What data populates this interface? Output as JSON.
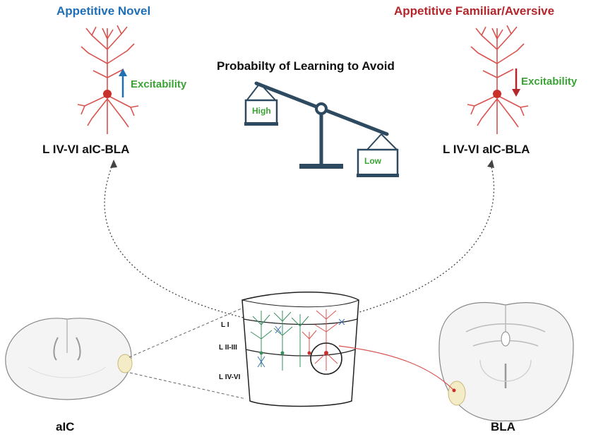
{
  "titles": {
    "left": "Appetitive Novel",
    "right": "Appetitive Familiar/Aversive",
    "center": "Probabilty of Learning to Avoid"
  },
  "excitability": {
    "left": "Excitability",
    "right": "Excitability"
  },
  "circuit": {
    "left": "L IV-VI aIC-BLA",
    "right": "L IV-VI aIC-BLA"
  },
  "scale": {
    "high": "High",
    "low": "Low"
  },
  "layers": {
    "l1": "L I",
    "l2": "L II-III",
    "l3": "L IV-VI"
  },
  "bottom": {
    "left": "aIC",
    "right": "BLA"
  },
  "colors": {
    "blue_title": "#1f6fb6",
    "red_title": "#b3262b",
    "green": "#3aa335",
    "neuron_red": "#d9534f",
    "scale_navy": "#2e4a60",
    "brain_fill": "#f4f4f4",
    "region_fill": "#f3ecc6"
  }
}
